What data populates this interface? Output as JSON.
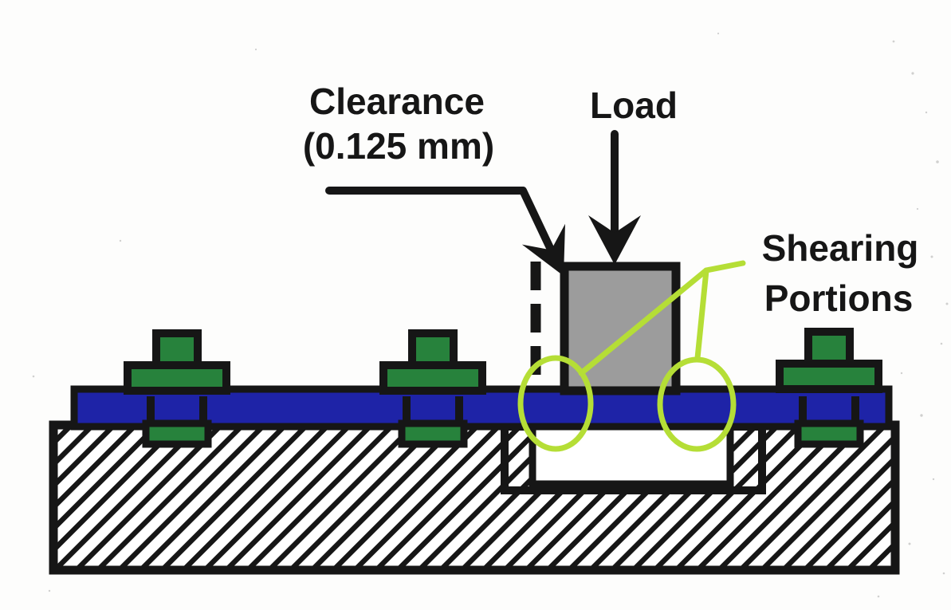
{
  "labels": {
    "clearance_line1": "Clearance",
    "clearance_line2": "(0.125 mm)",
    "load": "Load",
    "shearing_line1": "Shearing",
    "shearing_line2": "Portions"
  },
  "values": {
    "clearance_mm": "0.125 mm"
  },
  "colors": {
    "sheet_blue": "#1e23a7",
    "clamp_green": "#27823c",
    "punch_gray": "#9c9c9c",
    "annotation_green": "#b5de36",
    "ink": "#161616",
    "paper": "#fdfdfc"
  }
}
